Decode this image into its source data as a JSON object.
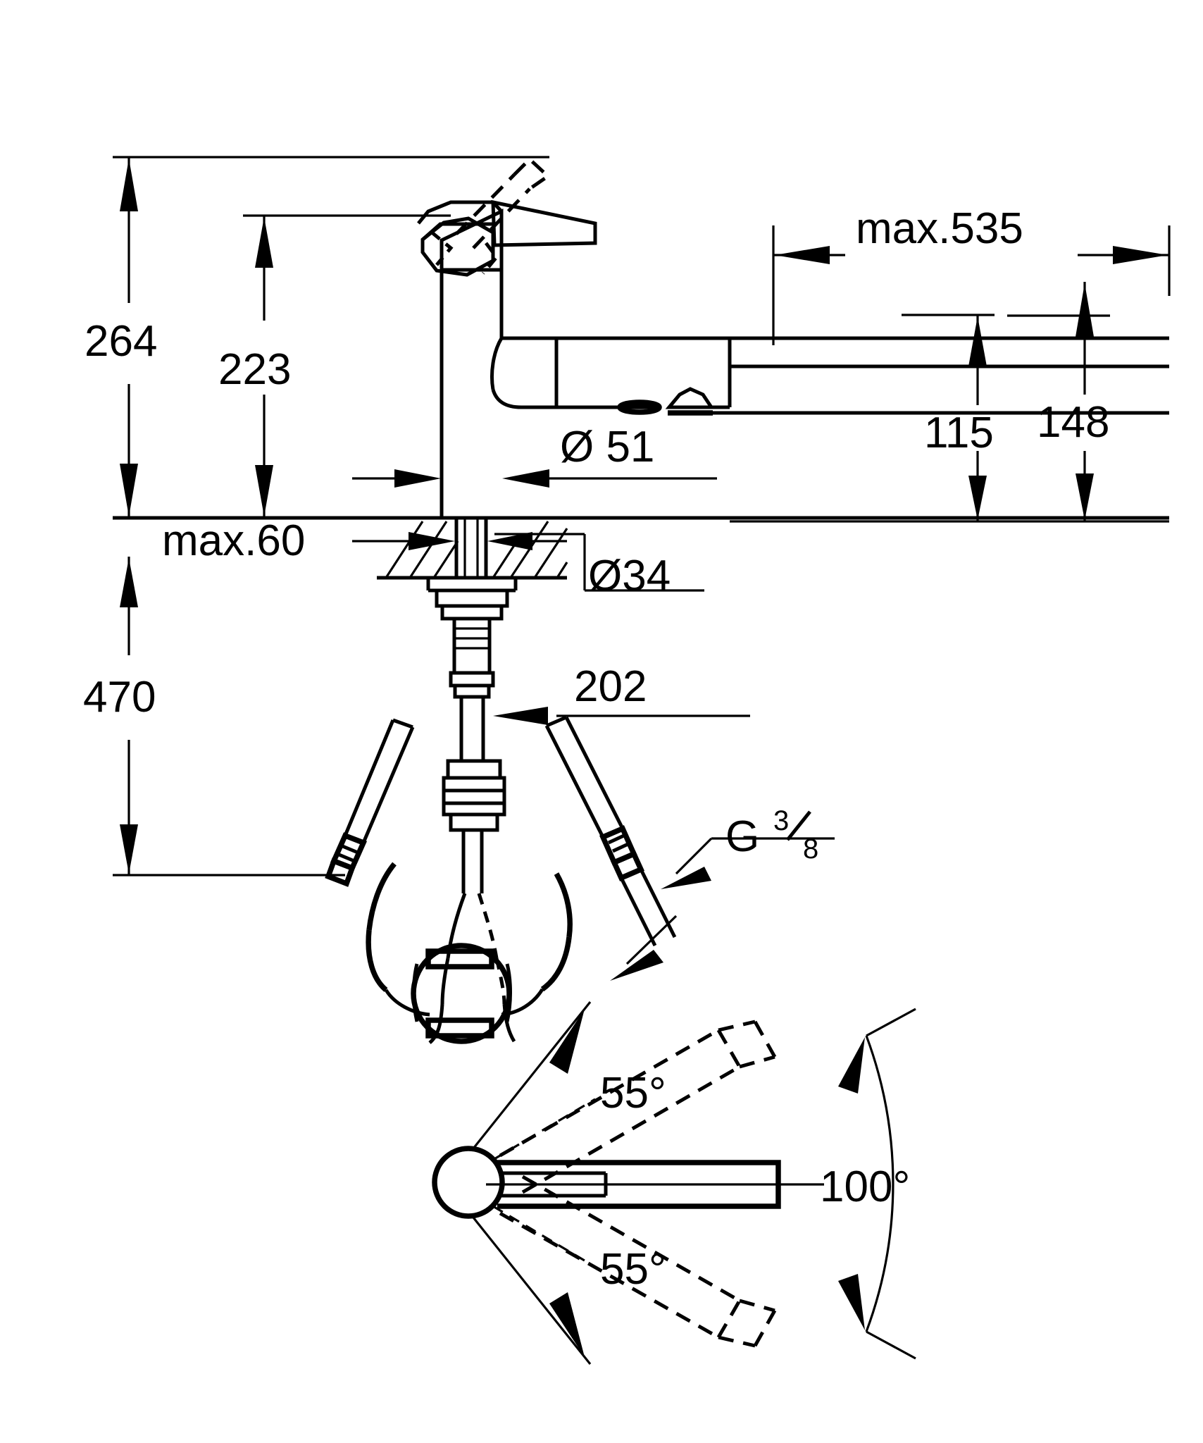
{
  "document": {
    "type": "technical-dimension-drawing",
    "subject": "pull-out kitchen sink mixer tap",
    "units": "mm",
    "background_color": "#ffffff",
    "line_color": "#000000"
  },
  "dimensions": {
    "overall_height": "264",
    "spout_height": "223",
    "spout_body_diameter": "Ø 51",
    "max_reach": "max.535",
    "outlet_height_inner": "115",
    "outlet_height_outer": "148",
    "max_counter_thickness": "max.60",
    "mounting_hole_diameter": "Ø34",
    "hose_weight_offset": "202",
    "hose_drop_length": "470",
    "connection_thread_letter": "G",
    "connection_thread_numerator": "3",
    "connection_thread_denominator": "8"
  },
  "plan_view": {
    "swivel_upper": "55°",
    "swivel_lower": "55°",
    "swivel_total": "100°"
  },
  "labels": [
    {
      "id": "h264",
      "text": "264",
      "kind": "linear-vertical"
    },
    {
      "id": "h223",
      "text": "223",
      "kind": "linear-vertical"
    },
    {
      "id": "d51",
      "text": "Ø 51",
      "kind": "diameter"
    },
    {
      "id": "r535",
      "text": "max.535",
      "kind": "linear-horizontal"
    },
    {
      "id": "h115",
      "text": "115",
      "kind": "linear-vertical"
    },
    {
      "id": "h148",
      "text": "148",
      "kind": "linear-vertical"
    },
    {
      "id": "t60",
      "text": "max.60",
      "kind": "linear-horizontal"
    },
    {
      "id": "d34",
      "text": "Ø34",
      "kind": "diameter-leader"
    },
    {
      "id": "w202",
      "text": "202",
      "kind": "leader"
    },
    {
      "id": "h470",
      "text": "470",
      "kind": "linear-vertical"
    },
    {
      "id": "g38",
      "text": "G 3/8",
      "kind": "thread-leader"
    },
    {
      "id": "a55a",
      "text": "55°",
      "kind": "angular"
    },
    {
      "id": "a55b",
      "text": "55°",
      "kind": "angular"
    },
    {
      "id": "a100",
      "text": "100°",
      "kind": "angular"
    }
  ]
}
